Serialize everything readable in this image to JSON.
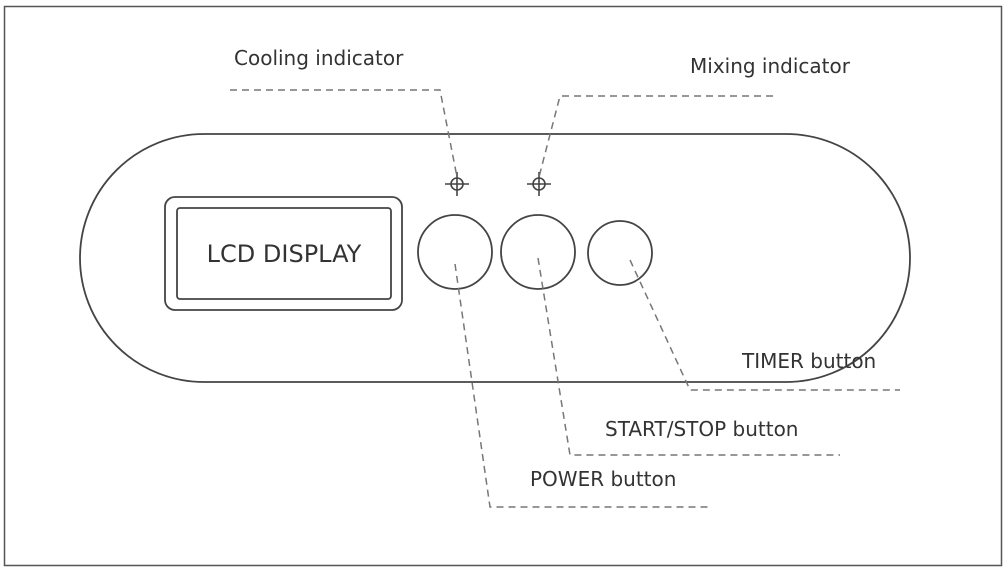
{
  "colors": {
    "frame": "#555555",
    "outline": "#444444",
    "leader": "#777777",
    "text": "#333333"
  },
  "panel": {
    "lcd_label": "LCD DISPLAY"
  },
  "callouts": {
    "cooling": "Cooling indicator",
    "mixing": "Mixing indicator",
    "timer": "TIMER button",
    "start_stop": "START/STOP button",
    "power": "POWER button"
  }
}
